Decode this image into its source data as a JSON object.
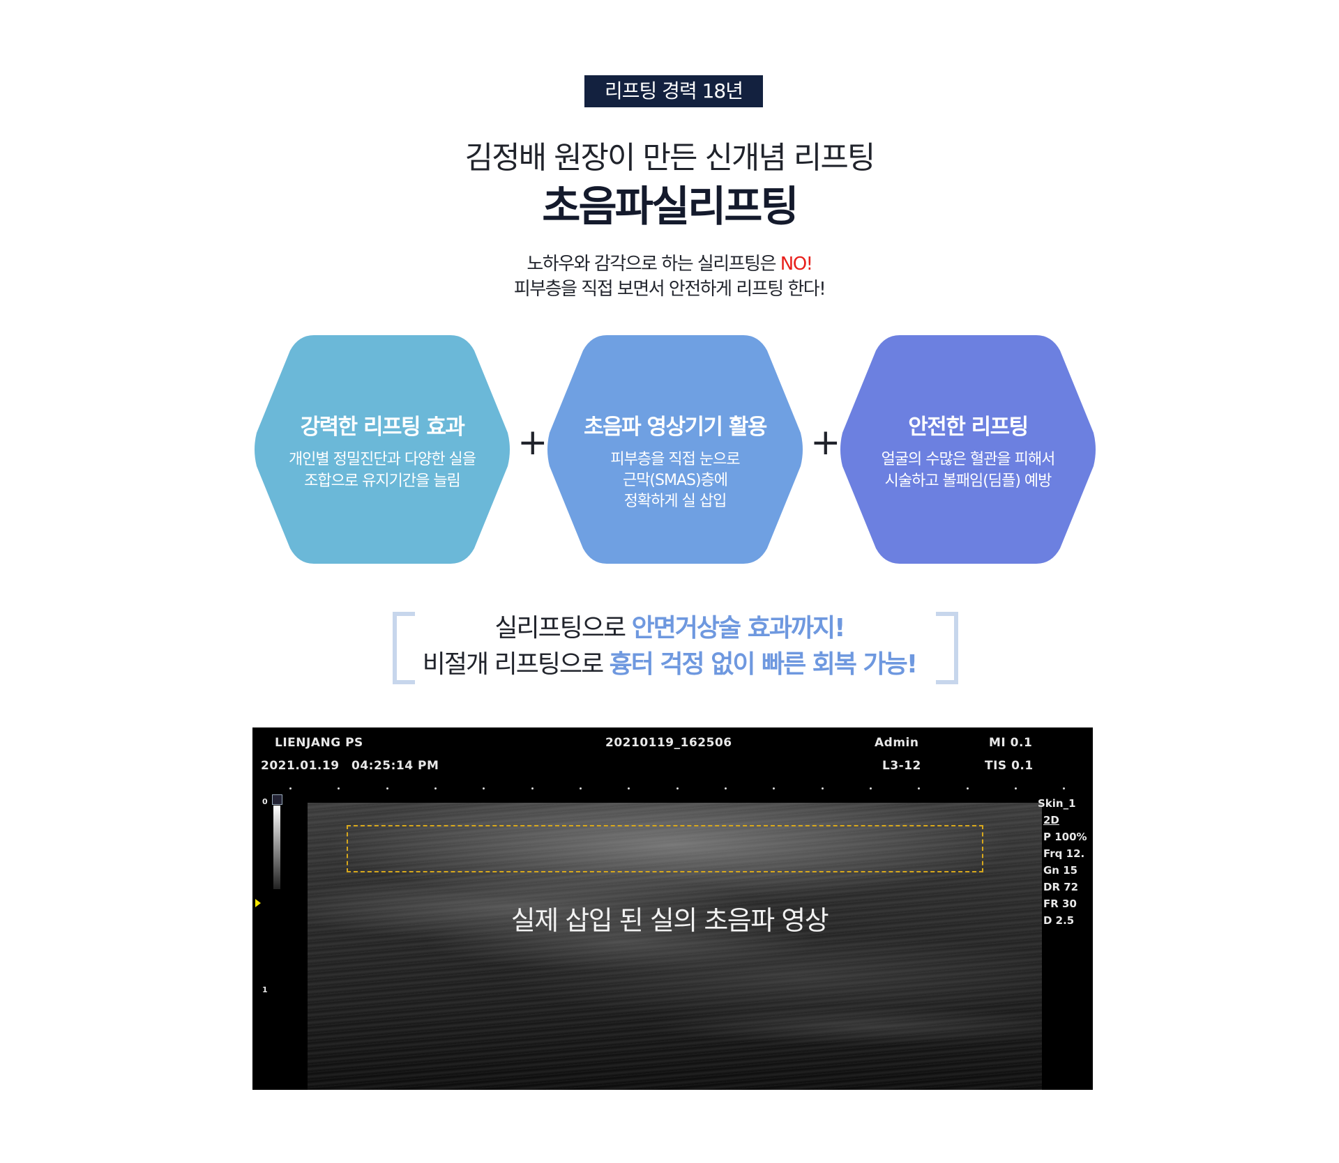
{
  "badge": "리프팅 경력 18년",
  "subtitle": "김정배 원장이 만든 신개념 리프팅",
  "title": "초음파실리프팅",
  "intro": {
    "line1_text": "노하우와 감각으로 하는 실리프팅은 ",
    "line1_no": "NO!",
    "line2": "피부층을 직접 보면서 안전하게 리프팅 한다!"
  },
  "features": [
    {
      "title": "강력한 리프팅 효과",
      "lines": [
        "개인별 정밀진단과 다양한 실을",
        "조합으로 유지기간을 늘림"
      ],
      "color": "#6bb8d8"
    },
    {
      "title": "초음파 영상기기 활용",
      "lines": [
        "피부층을 직접 눈으로",
        "근막(SMAS)층에",
        "정확하게 실 삽입"
      ],
      "color": "#6fa0e2"
    },
    {
      "title": "안전한 리프팅",
      "lines": [
        "얼굴의 수많은 혈관을 피해서",
        "시술하고 볼패임(딤플) 예방"
      ],
      "color": "#6c80e0"
    }
  ],
  "plus": "+",
  "quote": {
    "line1_plain": "실리프팅으로 ",
    "line1_highlight": "안면거상술 효과까지!",
    "line2_plain": "비절개 리프팅으로 ",
    "line2_highlight": "흉터 걱정 없이 빠른 회복 가능!"
  },
  "ultrasound": {
    "clinic": "LIENJANG PS",
    "date": "2021.01.19",
    "time": "04:25:14 PM",
    "file_id": "20210119_162506",
    "user": "Admin",
    "probe": "L3-12",
    "mi": "MI 0.1",
    "tis": "TIS 0.1",
    "scale_top": "0",
    "scale_mark": "1",
    "params": [
      "Skin_1",
      "2D",
      "P 100%",
      "Frq 12.",
      "Gn 15",
      "DR 72",
      "FR 30",
      "D 2.5"
    ],
    "caption": "실제 삽입 된 실의 초음파 영상"
  }
}
